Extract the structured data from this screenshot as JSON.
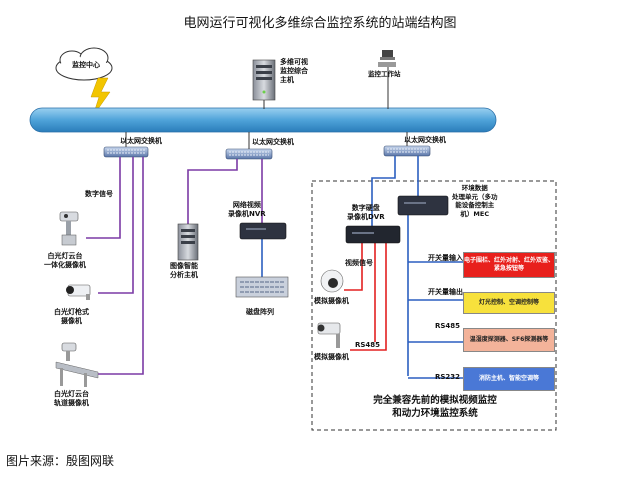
{
  "title": "电网运行可视化多维综合监控系统的站端结构图",
  "source_note": "图片来源：殷图网联",
  "nodes": {
    "monitor_center": "监控中心",
    "multi_host": [
      "多维可视",
      "监控综合",
      "主机"
    ],
    "workstation": "监控工作站",
    "switch_1": "以太网交换机",
    "switch_2": "以太网交换机",
    "switch_3": "以太网交换机",
    "digital_signal": "数字信号",
    "cam_ptz_integrated": [
      "白光灯云台",
      "一体化摄像机"
    ],
    "cam_bullet": [
      "白光灯枪式",
      "摄像机"
    ],
    "cam_rail": [
      "白光灯云台",
      "轨道摄像机"
    ],
    "nvr": [
      "网络视频",
      "录像机NVR"
    ],
    "smart_analysis": [
      "图像智能",
      "分析主机"
    ],
    "disk_array": "磁盘阵列",
    "dvr": [
      "数字硬盘",
      "录像机DVR"
    ],
    "mec": [
      "环境数据",
      "处理单元（多功",
      "能设备控制主",
      "机）MEC"
    ],
    "video_signal": "视频信号",
    "analog_cam_1": "模拟摄像机",
    "analog_cam_2": "模拟摄像机",
    "rs485_left": "RS485",
    "switch_input": "开关量输入",
    "switch_output": "开关量输出",
    "rs485_right": "RS485",
    "rs232": "RS232",
    "box_red": "电子围栏、红外对射、红外双鉴、紧急按钮等",
    "box_yellow": "灯光控制、空调控制等",
    "box_orange": "温湿度探测器、SF6探测器等",
    "box_blue": "消防主机、智能空调等",
    "caption": [
      "完全兼容先前的模拟视频监控",
      "和动力环境监控系统"
    ]
  },
  "colors": {
    "bus": "#4fa3d9",
    "link_purple": "#7b3aa5",
    "link_blue": "#2b5fc0",
    "link_red": "#e32020",
    "lightning": "#f2c500",
    "box_red_fill": "#e8201c",
    "box_yellow_fill": "#f7e13c",
    "box_orange_fill": "#f3b39a",
    "box_blue_fill": "#4a78d6"
  }
}
